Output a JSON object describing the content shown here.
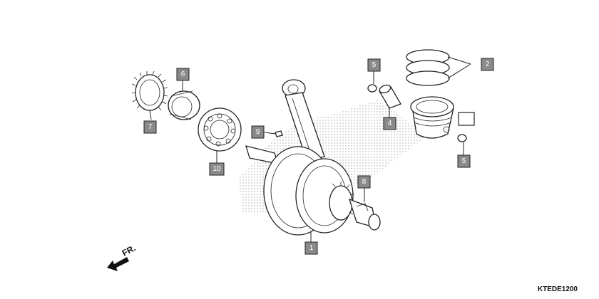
{
  "diagram": {
    "code": "KTEDE1200",
    "direction_label": "FR.",
    "callouts": [
      {
        "id": "callout-1",
        "label": "1"
      },
      {
        "id": "callout-2",
        "label": "2"
      },
      {
        "id": "callout-4",
        "label": "4"
      },
      {
        "id": "callout-5a",
        "label": "5"
      },
      {
        "id": "callout-5b",
        "label": "5"
      },
      {
        "id": "callout-6",
        "label": "6"
      },
      {
        "id": "callout-7",
        "label": "7"
      },
      {
        "id": "callout-8",
        "label": "8"
      },
      {
        "id": "callout-9",
        "label": "9"
      },
      {
        "id": "callout-10",
        "label": "10"
      },
      {
        "id": "callout-blank",
        "label": ""
      }
    ]
  }
}
